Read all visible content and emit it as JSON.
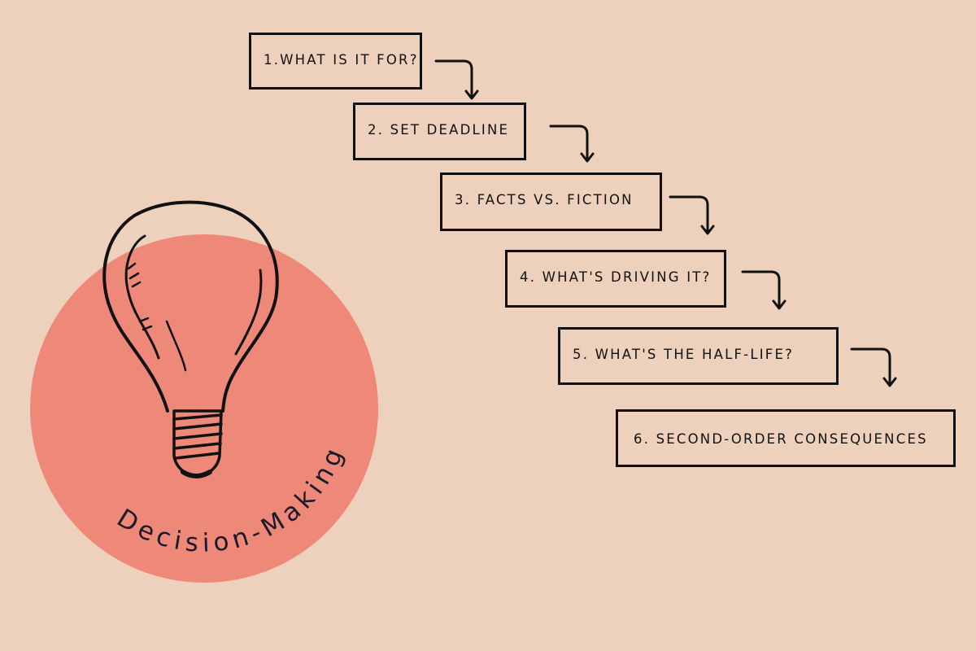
{
  "title": "Decision-Making",
  "colors": {
    "background": "#EED1BC",
    "circle": "#EE8878",
    "ink": "#111111"
  },
  "icon": "lightbulb-icon",
  "steps": [
    {
      "label": "1.WHAT IS IT FOR?"
    },
    {
      "label": "2. SET DEADLINE"
    },
    {
      "label": "3. FACTS VS. FICTION"
    },
    {
      "label": "4. WHAT'S DRIVING IT?"
    },
    {
      "label": "5. WHAT'S THE HALF-LIFE?"
    },
    {
      "label": "6. SECOND-ORDER CONSEQUENCES"
    }
  ]
}
